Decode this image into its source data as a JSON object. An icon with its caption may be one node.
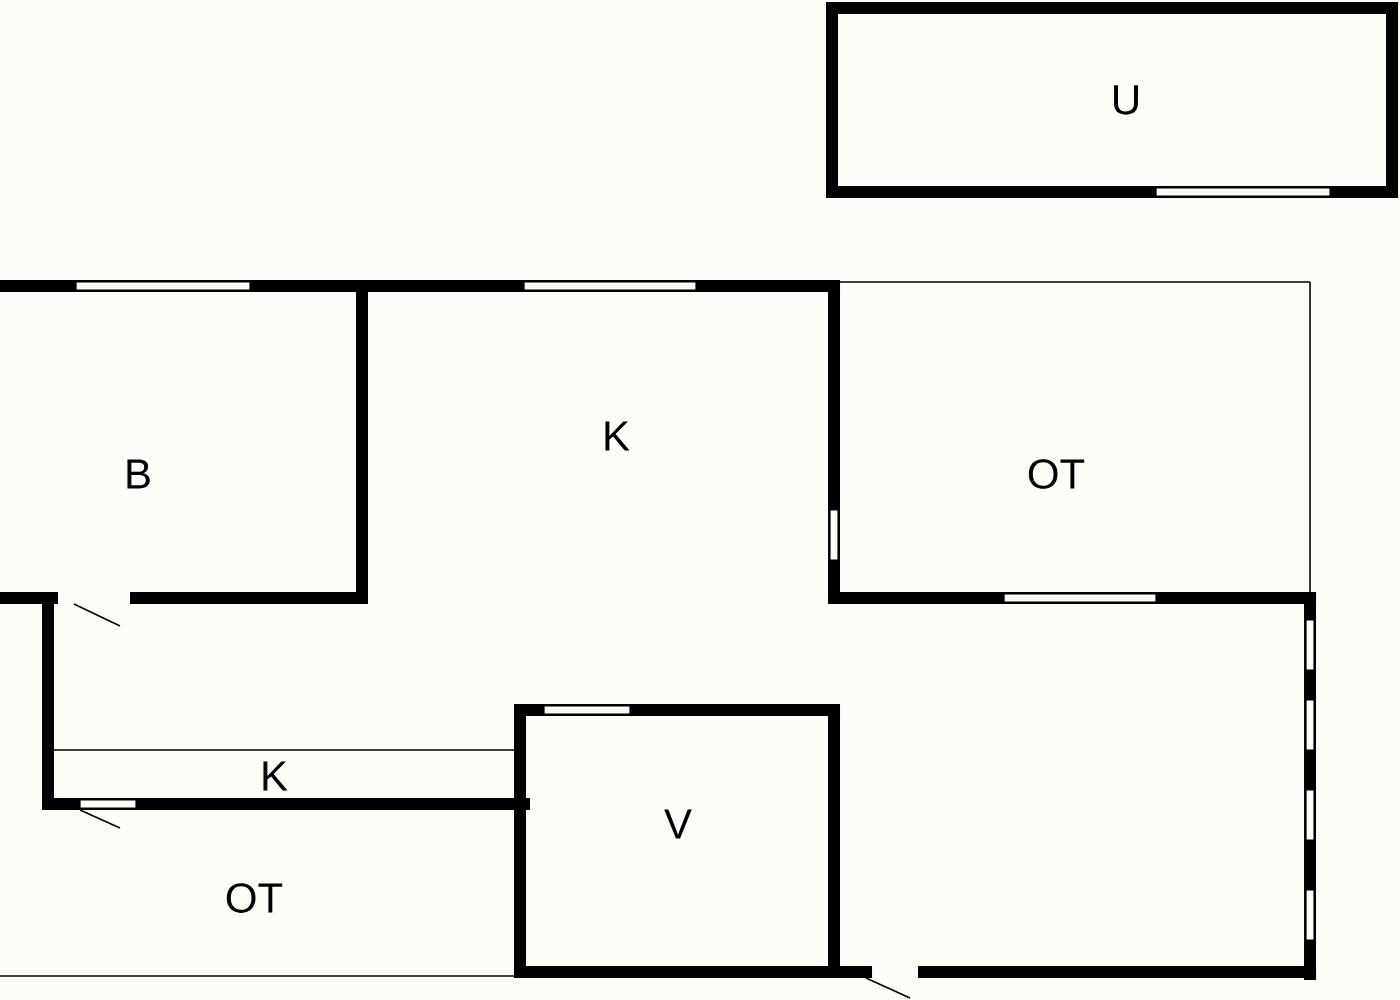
{
  "diagram": {
    "nodes": [
      {
        "text": [
          "U"
        ]
      },
      {
        "text": [
          "B"
        ]
      },
      {
        "text": [
          "K"
        ]
      },
      {
        "text": [
          "OT"
        ]
      },
      {
        "text": [
          "K"
        ]
      },
      {
        "text": [
          "OT"
        ]
      },
      {
        "text": [
          "V"
        ]
      }
    ]
  }
}
